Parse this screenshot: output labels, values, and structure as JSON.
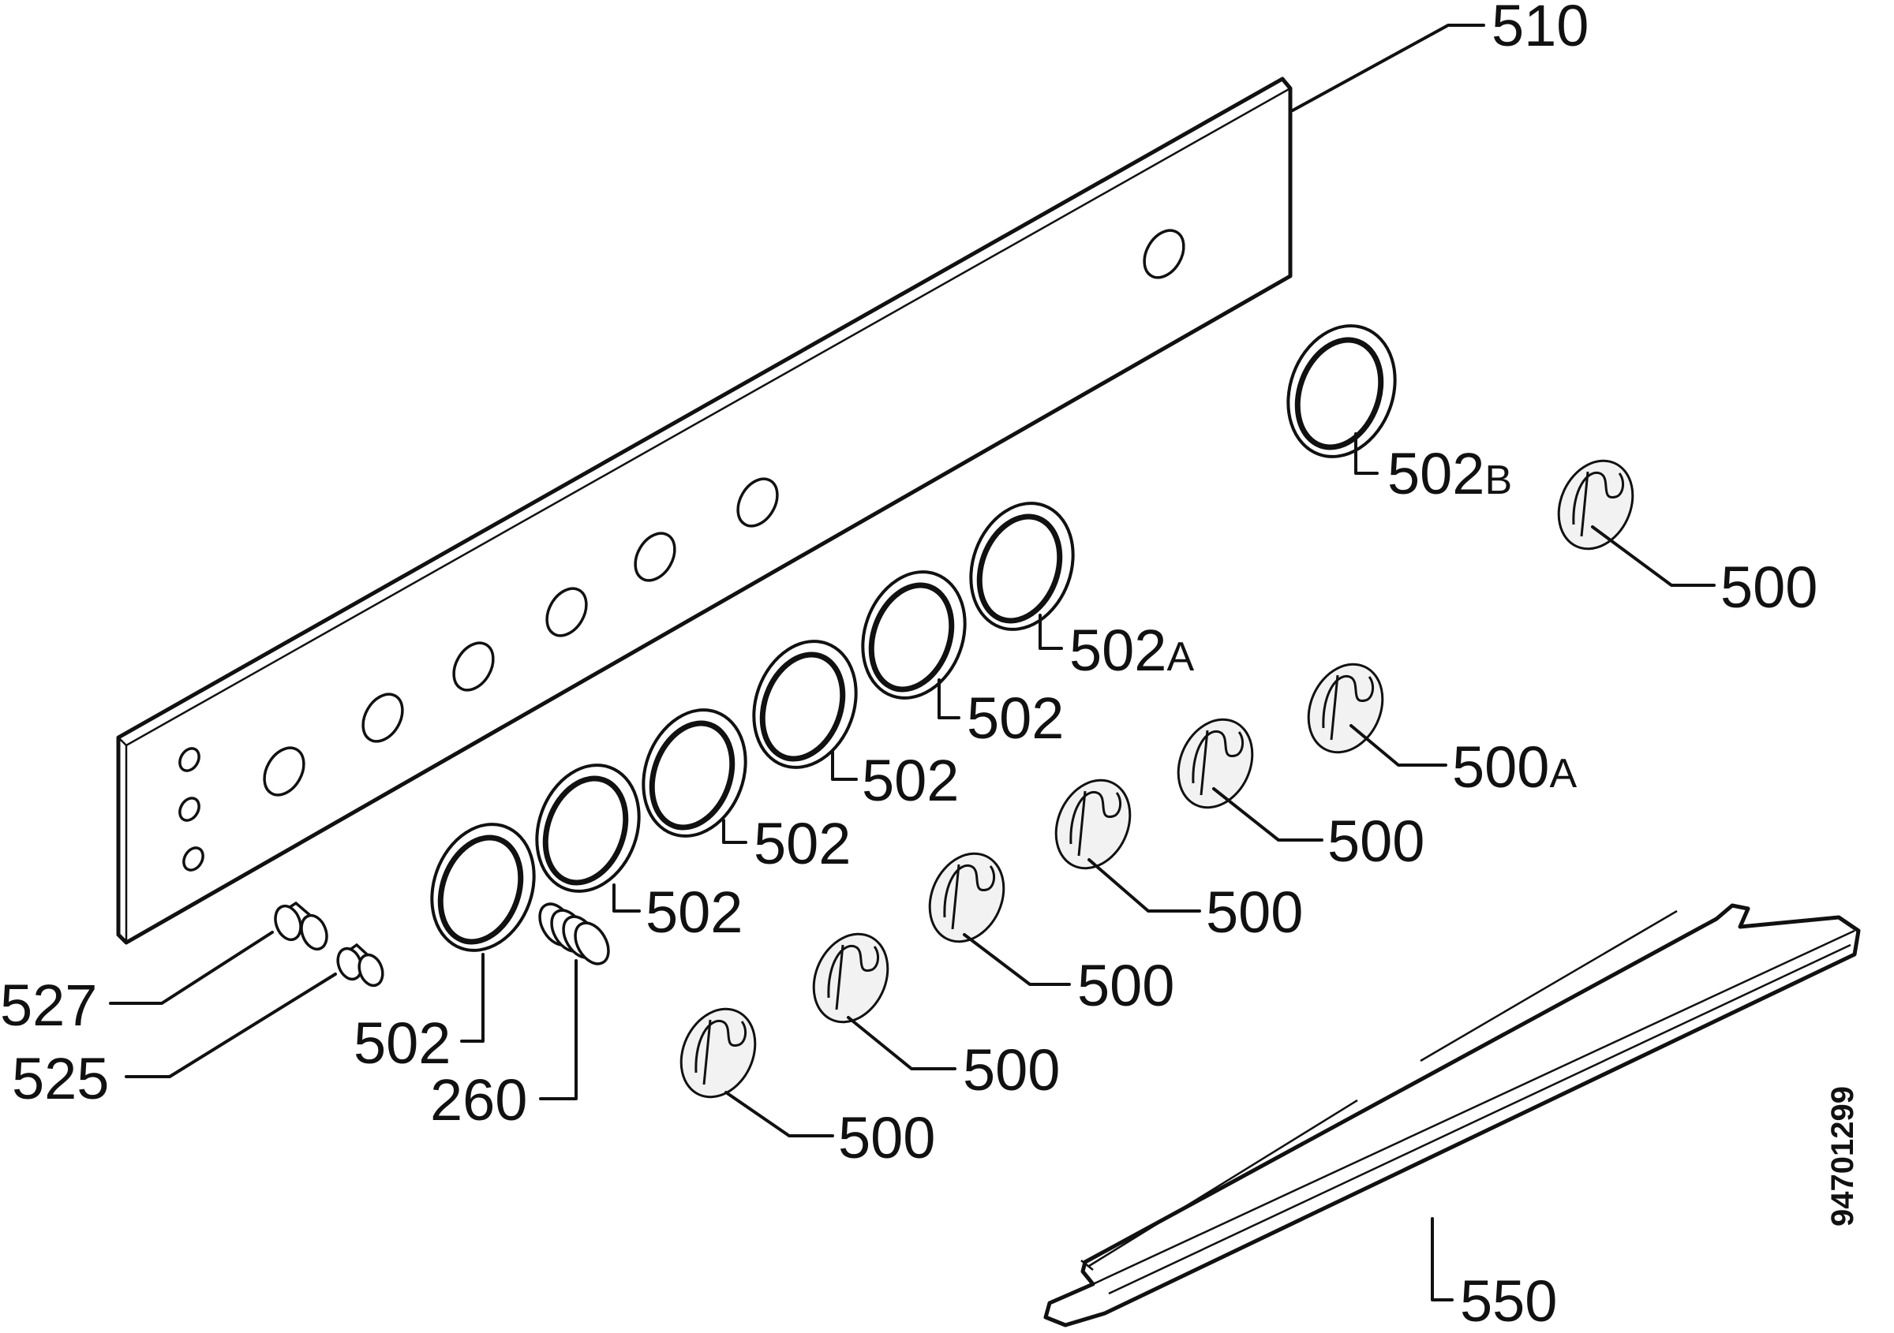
{
  "labels": {
    "panel": "510",
    "ring_b": "502",
    "ring_b_suffix": "B",
    "ring_a": "502",
    "ring_a_suffix": "A",
    "ring": "502",
    "knob": "500",
    "knob_a": "500",
    "knob_a_suffix": "A",
    "spring": "260",
    "lamp_holder": "527",
    "lamp_cap": "525",
    "trim_strip": "550"
  },
  "doc_id": "94701299"
}
